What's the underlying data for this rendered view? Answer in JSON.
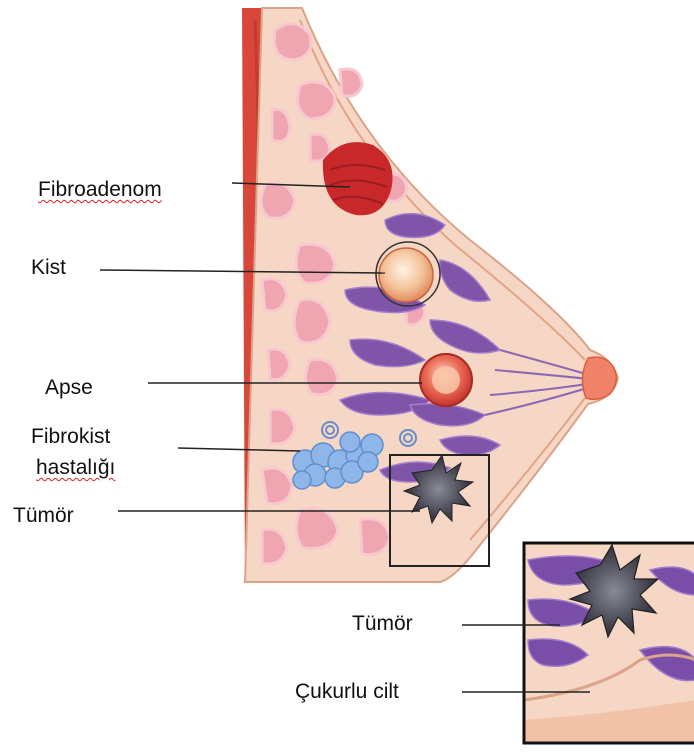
{
  "labels": {
    "fibroadenom": "Fibroadenom",
    "kist": "Kist",
    "apse": "Apse",
    "fibrokist_line1": "Fibrokist",
    "fibrokist_line2": "hastalığı",
    "tumor": "Tümör",
    "inset_tumor": "Tümör",
    "inset_cukurlu_cilt": "Çukurlu cilt"
  },
  "colors": {
    "chest_wall": "#d9473a",
    "chest_wall_dark": "#b8322a",
    "breast_skin": "#f6d6c4",
    "fat_lobule": "#f0a6b0",
    "lobule_purple": "#7a4ea8",
    "fibroadenoma": "#c8282a",
    "cyst": "#f3c39a",
    "fibrocyst_blue": "#8fb6e8",
    "tumor_gray": "#4a4a55",
    "nipple": "#f0826a"
  }
}
